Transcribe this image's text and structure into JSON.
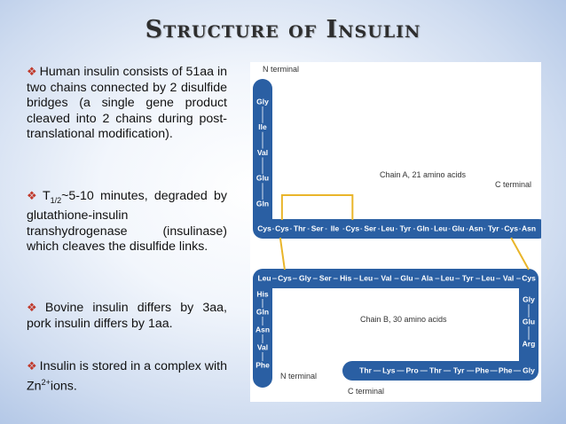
{
  "title": "Structure of Insulin",
  "bullets": [
    {
      "text": "Human insulin consists of 51aa in two chains connected by 2 disulfide bridges (a single gene product cleaved into 2 chains during post-translational modification)."
    },
    {
      "t_label": "T",
      "t_sub": "1/2",
      "text": "~5-10 minutes, degraded by glutathione-insulin transhydrogenase (insulinase) which cleaves the disulfide links."
    },
    {
      "text": "Bovine insulin differs by 3aa, pork insulin differs by 1aa."
    },
    {
      "text_before": "Insulin is stored in a complex with Zn",
      "sup": "2+",
      "text_after": "ions."
    }
  ],
  "figure": {
    "n_terminal_a": "N terminal",
    "chain_a_label": "Chain A, 21 amino acids",
    "c_terminal_a": "C terminal",
    "chain_b_label": "Chain B, 30 amino acids",
    "n_terminal_b": "N terminal",
    "c_terminal_b": "C terminal",
    "chain_a_vertical": [
      "Gly",
      "Ile",
      "Val",
      "Glu",
      "Gln"
    ],
    "chain_a_horizontal": [
      "Cys",
      "Cys",
      "Thr",
      "Ser",
      "Ile",
      "Cys",
      "Ser",
      "Leu",
      "Tyr",
      "Gln",
      "Leu",
      "Glu",
      "Asn",
      "Tyr",
      "Cys",
      "Asn"
    ],
    "chain_b_top": [
      "Leu",
      "Cys",
      "Gly",
      "Ser",
      "His",
      "Leu",
      "Val",
      "Glu",
      "Ala",
      "Leu",
      "Tyr",
      "Leu",
      "Val",
      "Cys"
    ],
    "chain_b_left": [
      "His",
      "Gln",
      "Asn",
      "Val",
      "Phe"
    ],
    "chain_b_right": [
      "Gly",
      "Glu",
      "Arg"
    ],
    "chain_b_bottom": [
      "Thr",
      "Lys",
      "Pro",
      "Thr",
      "Tyr",
      "Phe",
      "Phe",
      "Gly"
    ],
    "chain_color": "#2a5fa3",
    "bond_color": "#e9b52a"
  }
}
